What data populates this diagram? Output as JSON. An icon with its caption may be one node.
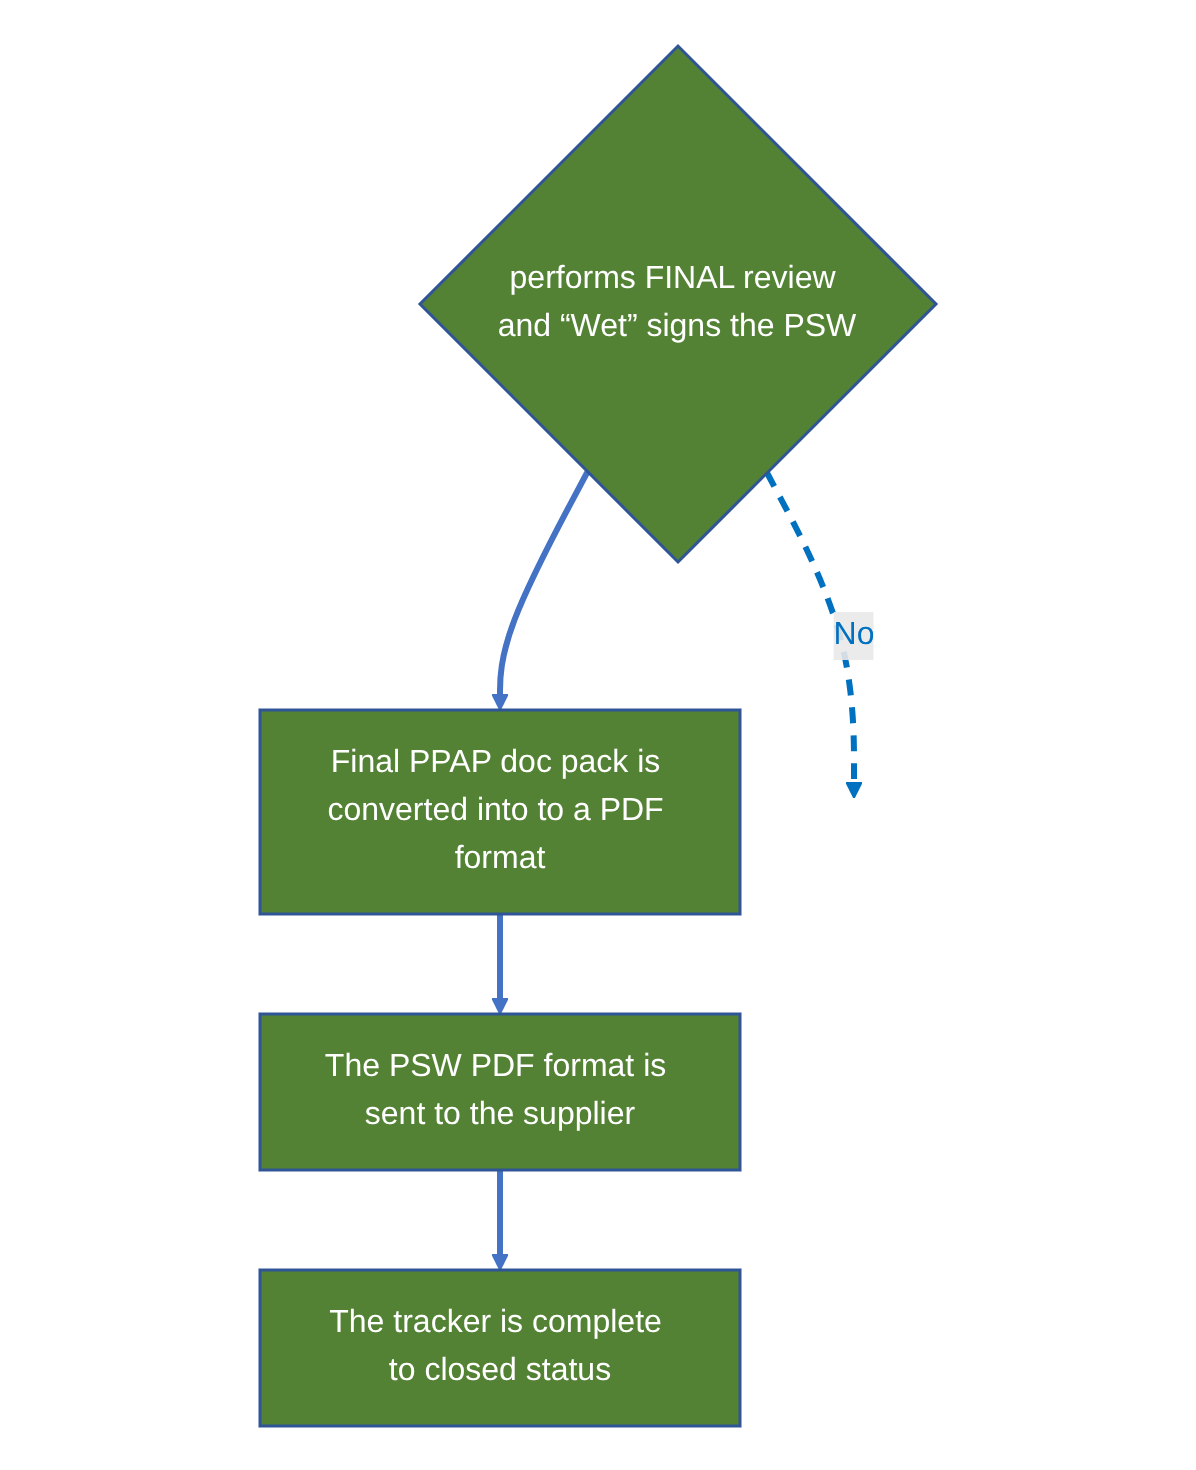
{
  "diagram": {
    "nodes": [
      {
        "text": [
          "performs FINAL review and “Wet” signs the PSW"
        ]
      },
      {
        "text": [
          "Final PPAP doc pack is converted into to a PDF format"
        ]
      },
      {
        "text": [
          "The PSW PDF format is sent to the supplier"
        ]
      },
      {
        "text": [
          "The tracker is complete to closed status"
        ]
      }
    ],
    "edges": [
      {
        "from": 0,
        "to": null,
        "arrow": "to",
        "label": "No",
        "style": "dashed",
        "color": "#0070c0"
      },
      {
        "from": 0,
        "to": 1,
        "arrow": "to"
      },
      {
        "from": 1,
        "to": 2,
        "arrow": "to"
      },
      {
        "from": 2,
        "to": 3,
        "arrow": "to"
      }
    ]
  }
}
